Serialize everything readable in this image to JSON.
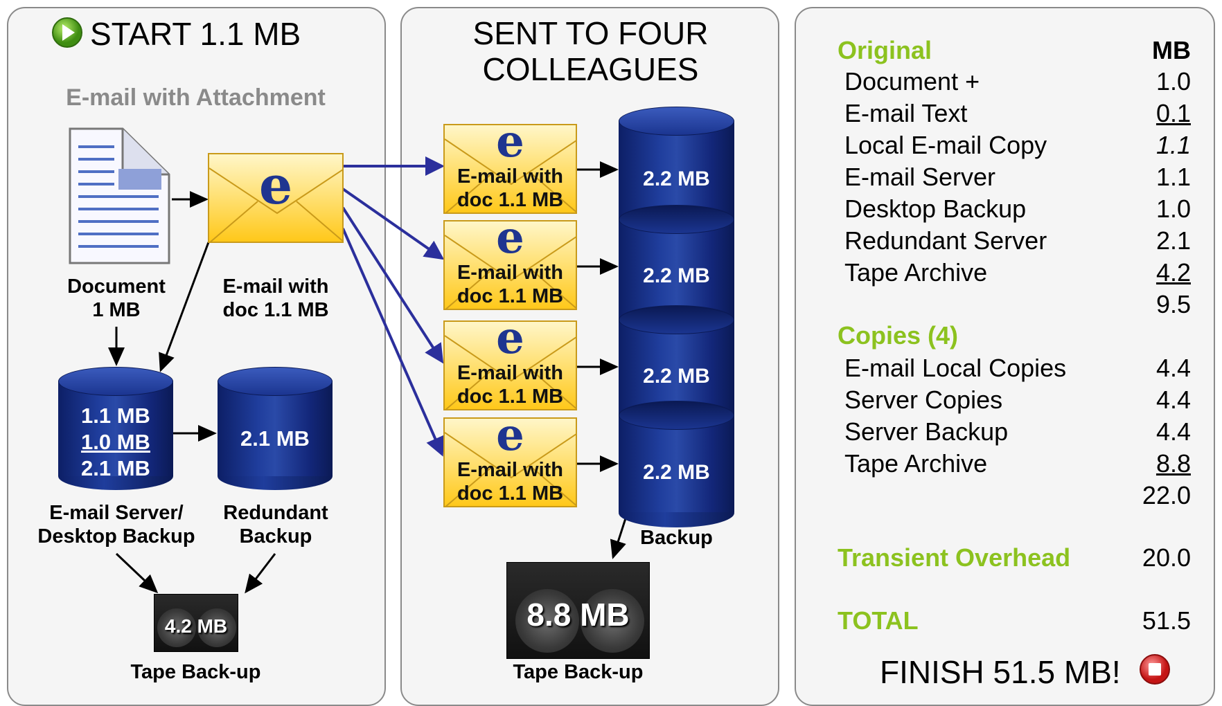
{
  "panel1": {
    "title": "START 1.1 MB",
    "subtitle": "E-mail with Attachment",
    "document_label_1": "Document",
    "document_label_2": "1 MB",
    "email_label_1": "E-mail with",
    "email_label_2": "doc 1.1 MB",
    "email_icon_letter": "e",
    "server_db_line1": "1.1 MB",
    "server_db_line2": "1.0 MB",
    "server_db_line3": "2.1 MB",
    "redundant_db": "2.1 MB",
    "server_label_1": "E-mail Server/",
    "server_label_2": "Desktop Backup",
    "redundant_label_1": "Redundant",
    "redundant_label_2": "Backup",
    "tape_value": "4.2 MB",
    "tape_label": "Tape Back-up"
  },
  "panel2": {
    "title_1": "SENT TO FOUR",
    "title_2": "COLLEAGUES",
    "emails": [
      {
        "letter": "e",
        "line1": "E-mail with",
        "line2": "doc 1.1 MB"
      },
      {
        "letter": "e",
        "line1": "E-mail with",
        "line2": "doc 1.1 MB"
      },
      {
        "letter": "e",
        "line1": "E-mail with",
        "line2": "doc 1.1 MB"
      },
      {
        "letter": "e",
        "line1": "E-mail with",
        "line2": "doc 1.1 MB"
      }
    ],
    "dbs": [
      "2.2 MB",
      "2.2 MB",
      "2.2 MB",
      "2.2 MB"
    ],
    "backup_label": "Backup",
    "tape_value": "8.8 MB",
    "tape_label": "Tape Back-up"
  },
  "panel3": {
    "original_header": "Original",
    "mb_header": "MB",
    "original_rows": [
      {
        "name": "Document +",
        "value": "1.0"
      },
      {
        "name": "E-mail Text",
        "value": "0.1"
      },
      {
        "name": "Local E-mail Copy",
        "value": "1.1"
      },
      {
        "name": "E-mail Server",
        "value": "1.1"
      },
      {
        "name": "Desktop Backup",
        "value": "1.0"
      },
      {
        "name": "Redundant Server",
        "value": "2.1"
      },
      {
        "name": "Tape Archive",
        "value": "4.2"
      }
    ],
    "original_total": "9.5",
    "copies_header": "Copies (4)",
    "copies_rows": [
      {
        "name": "E-mail Local Copies",
        "value": "4.4"
      },
      {
        "name": "Server Copies",
        "value": "4.4"
      },
      {
        "name": "Server Backup",
        "value": "4.4"
      },
      {
        "name": "Tape Archive",
        "value": "8.8"
      }
    ],
    "copies_total": "22.0",
    "transient_label": "Transient Overhead",
    "transient_value": "20.0",
    "total_label": "TOTAL",
    "total_value": "51.5",
    "finish": "FINISH 51.5 MB!"
  },
  "colors": {
    "accent_green": "#8cc21f",
    "db_blue": "#1f3d9c",
    "envelope_yellow": "#ffd84a",
    "arrow_blue": "#2b2f9c"
  }
}
